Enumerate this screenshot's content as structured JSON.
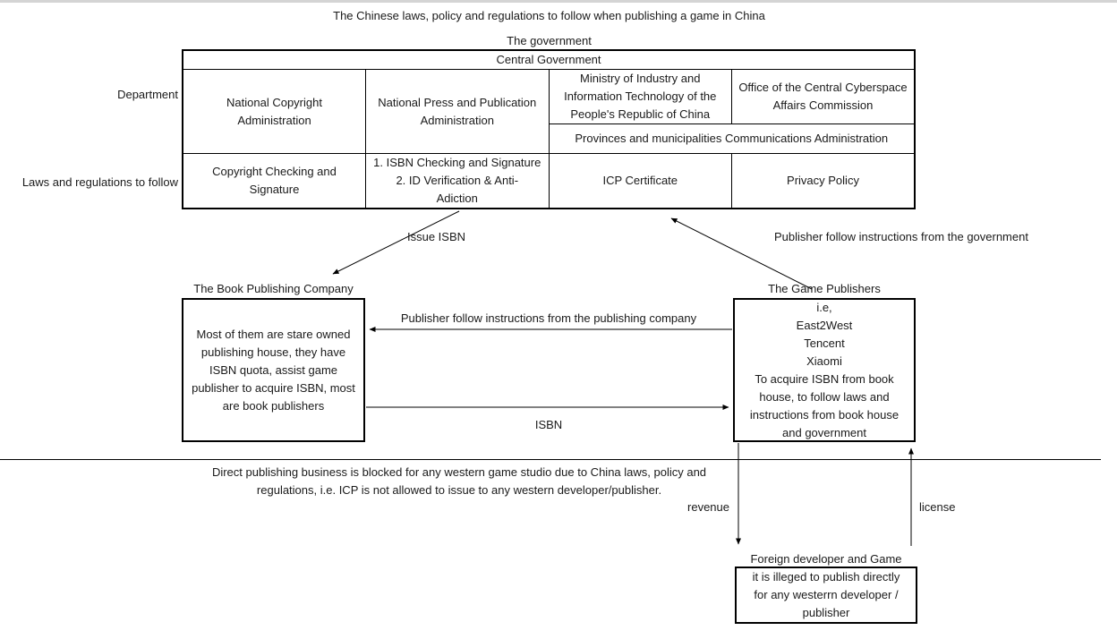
{
  "title": "The Chinese laws, policy and regulations to follow when publishing a game in China",
  "government_label": "The government",
  "table": {
    "header": "Central Government",
    "row_labels": {
      "department": "Department",
      "laws": "Laws and regulations to follow"
    },
    "departments": {
      "national_copyright": "National Copyright Administration",
      "press_publication": "National Press and Publication Administration",
      "ministry_industry": "Ministry of Industry and Information Technology of the People's Republic of China",
      "cyberspace_office": "Office of the Central Cyberspace Affairs Commission",
      "provinces": "Provinces and municipalities Communications Administration"
    },
    "laws": {
      "copyright": "Copyright   Checking and\nSignature",
      "isbn": "1. ISBN Checking and Signature\n2. ID Verification & Anti-\nAdiction",
      "icp": "ICP Certificate",
      "privacy": "Privacy Policy"
    }
  },
  "arrows": {
    "issue_isbn": "Issue ISBN",
    "gov_instructions": "Publisher follow instructions from the government",
    "pubco_instructions": "Publisher follow instructions from the publishing company",
    "isbn": "ISBN",
    "revenue": "revenue",
    "license": "license"
  },
  "boxes": {
    "book": {
      "title": "The Book Publishing Company",
      "body": "Most of them are stare owned\npublishing house, they have\nISBN quota, assist game\npublisher to acquire ISBN, most\nare book publishers"
    },
    "game": {
      "title": "The Game Publishers",
      "body": "i.e,\nEast2West\nTencent\nXiaomi\nTo acquire ISBN  from book\nhouse, to follow laws and\ninstructions from book house\nand government"
    },
    "foreign": {
      "title": "Foreign developer and Game",
      "body": "it is illeged to publish directly\nfor any westerrn developer /\npublisher"
    }
  },
  "note": "Direct publishing business is blocked for any western game studio due to China laws, policy and\nregulations, i.e. ICP is not allowed to issue to any western developer/publisher."
}
